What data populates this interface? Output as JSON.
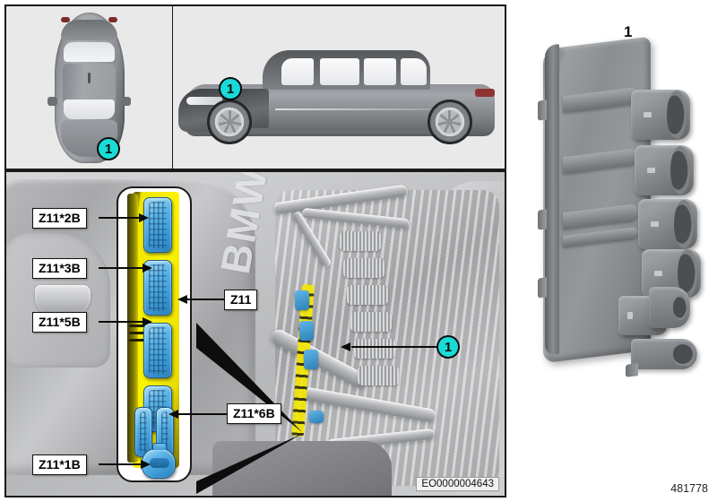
{
  "document": {
    "photo_id": "EO0000004643",
    "doc_id": "481778"
  },
  "colors": {
    "callout_cyan": "#19DBD8",
    "highlight_yellow": "#F4E700",
    "connector_blue": "#3C98D4",
    "panel_background": "#E9E9E9",
    "border_black": "#1A1A1A",
    "module_grey": "#8C8F92"
  },
  "panels": {
    "top_view": {
      "name": "vehicle-top-view",
      "callout": "1"
    },
    "side_view": {
      "name": "vehicle-side-view",
      "callout": "1"
    },
    "engine_bay": {
      "name": "engine-compartment-photo",
      "callout": "1",
      "brand_text": "BMW"
    },
    "component_render": {
      "name": "component-3d-render",
      "callout": "1"
    }
  },
  "inset": {
    "title": "magnified-connector-module",
    "module_label": "Z11",
    "connectors": [
      {
        "id": "Z11*2B",
        "type": "big"
      },
      {
        "id": "Z11*3B",
        "type": "big"
      },
      {
        "id": "Z11*5B",
        "type": "big"
      },
      {
        "id": "Z11*6B",
        "type": "med"
      },
      {
        "id": "Z11*1B",
        "type": "round"
      }
    ]
  },
  "labels": [
    {
      "text": "Z11*2B",
      "side": "left"
    },
    {
      "text": "Z11*3B",
      "side": "left"
    },
    {
      "text": "Z11*5B",
      "side": "left"
    },
    {
      "text": "Z11",
      "side": "right"
    },
    {
      "text": "Z11*6B",
      "side": "right"
    },
    {
      "text": "Z11*1B",
      "side": "left"
    }
  ]
}
